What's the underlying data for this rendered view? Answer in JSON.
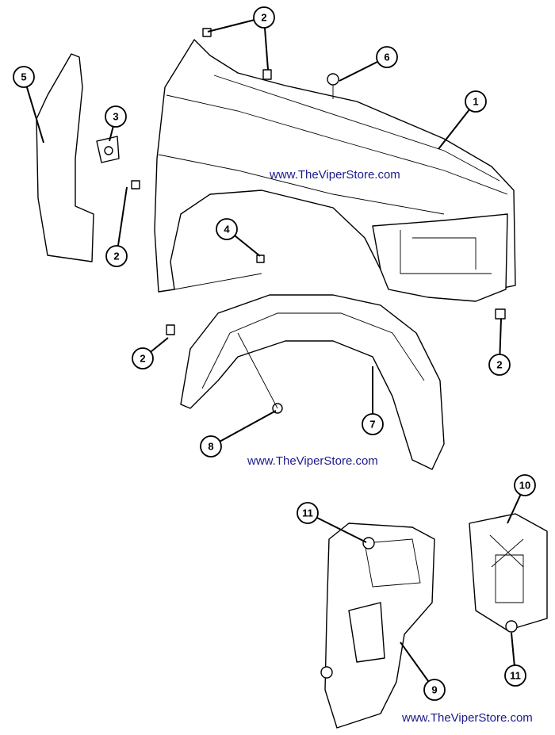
{
  "diagram": {
    "watermark": "www.TheViperStore.com",
    "callouts": [
      "2",
      "6",
      "1",
      "5",
      "3",
      "2",
      "4",
      "2",
      "2",
      "7",
      "8",
      "11",
      "10",
      "9",
      "11"
    ],
    "watermark_color": "#1a1a8c"
  }
}
